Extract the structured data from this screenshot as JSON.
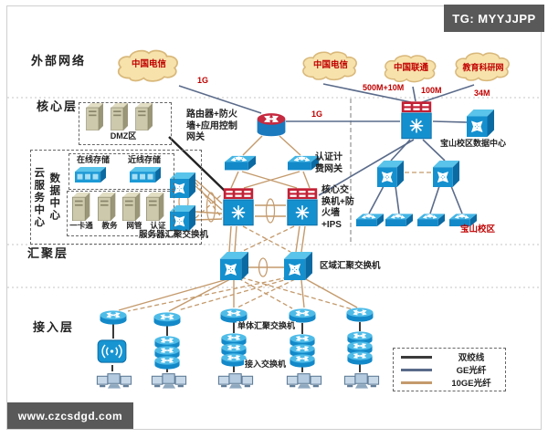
{
  "watermark_top": "TG: MYYJJPP",
  "watermark_bottom": "www.czcsdgd.com",
  "layers": {
    "external": "外部网络",
    "core": "核心层",
    "aggregation": "汇聚层",
    "access": "接入层"
  },
  "clouds": [
    {
      "label": "中国电信",
      "bandwidth": "1G"
    },
    {
      "label": "中国电信",
      "bandwidth": "500M+10M"
    },
    {
      "label": "中国联通",
      "bandwidth": "100M"
    },
    {
      "label": "教育科研网",
      "bandwidth": "34M"
    }
  ],
  "core": {
    "router": "路由器+防火墙+应用控制网关",
    "uplink": "1G",
    "dmz": "DMZ区",
    "billing_gateway": "认证计费网关",
    "core_switch": "核心交换机+防火墙+IPS"
  },
  "cloud_center": {
    "title_left": "云服务中心",
    "title_right": "数据中心",
    "online": "在线存储",
    "nearline": "近线存储",
    "servers": [
      "一卡通",
      "教务",
      "网管",
      "认证"
    ],
    "server_agg": "服务器汇聚交换机"
  },
  "campus": {
    "datacenter": "宝山校区数据中心",
    "name": "宝山校区"
  },
  "aggregation": {
    "regional": "区域汇聚交换机"
  },
  "access": {
    "single_agg": "单体汇聚交换机",
    "switch": "接入交换机"
  },
  "legend": [
    {
      "label": "双绞线",
      "swatch": "background:#3a3a3a"
    },
    {
      "label": "GE光纤",
      "swatch": "background:#5a6b8a"
    },
    {
      "label": "10GE光纤",
      "swatch": "background:#c49a6c"
    }
  ],
  "colors": {
    "ge_fiber": "#5a6b8a",
    "ten_ge_fiber": "#c49a6c",
    "twisted_pair": "#3a3a3a",
    "device_blue": "#1590cf",
    "firewall_red": "#c32135",
    "cloud_fill": "#f7e2ac",
    "highlight_red": "#c00000"
  }
}
